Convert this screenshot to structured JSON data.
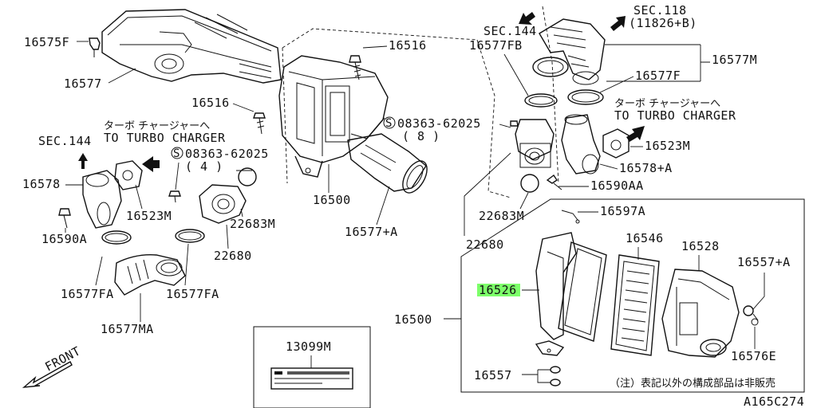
{
  "diagram_code": "A165C274",
  "note": "（注）表記以外の構成部品は非販売",
  "labels": {
    "p16575F": "16575F",
    "p16577": "16577",
    "p16516a": "16516",
    "p16516b": "16516",
    "sec144a": "SEC.144",
    "sec144b": "SEC.144",
    "p16578": "16578",
    "p16590A": "16590A",
    "p16523Ma": "16523M",
    "p16577FAa": "16577FA",
    "p16577FAb": "16577FA",
    "p16577MA": "16577MA",
    "p08363a": "08363-62025",
    "qty4": "( 4 )",
    "p22683Ma": "22683M",
    "p22680a": "22680",
    "p16500a": "16500",
    "p16577Pa": "16577+A",
    "turbo_kana_a": "ターボ チャージャーへ",
    "turbo_en_a": "TO TURBO CHARGER",
    "sec118": "SEC.118",
    "sec118_ref": "(11826+B)",
    "p16577FB": "16577FB",
    "p16577M": "16577M",
    "p16577F": "16577F",
    "turbo_kana_b": "ターボ チャージャーへ",
    "turbo_en_b": "TO TURBO CHARGER",
    "p08363b": "08363-62025",
    "qty8": "( 8 )",
    "p16523Mb": "16523M",
    "p16578A": "16578+A",
    "p16590AA": "16590AA",
    "p22683Mb": "22683M",
    "p22680b": "22680",
    "p16597A": "16597A",
    "p16546": "16546",
    "p16528": "16528",
    "p16557A": "16557+A",
    "p16526": "16526",
    "p16500b": "16500",
    "p16576E": "16576E",
    "p16557": "16557",
    "p13099M": "13099M",
    "front": "FRONT"
  },
  "highlight": {
    "part": "16526",
    "color": "#7dff6a"
  },
  "icons": [
    "arrow-icon",
    "screw-icon",
    "clamp-icon",
    "duct-icon",
    "air-cleaner-case-icon",
    "air-filter-element-icon",
    "label-plate-icon"
  ]
}
